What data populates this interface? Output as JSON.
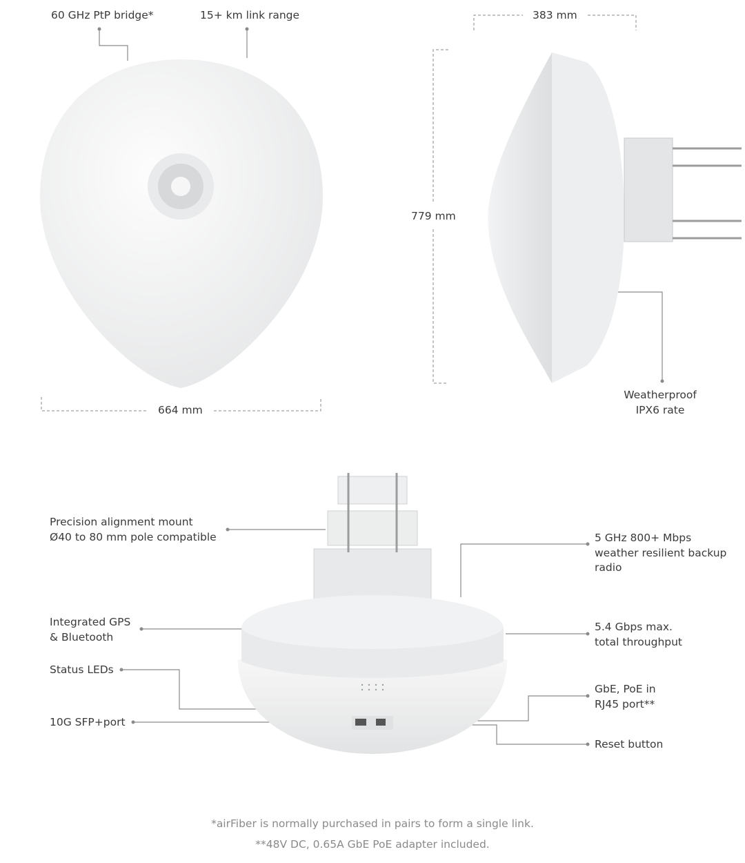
{
  "front_view": {
    "callouts": [
      "60 GHz PtP bridge*",
      "15+ km link range"
    ],
    "width_dimension": "664 mm"
  },
  "side_view": {
    "depth_dimension": "383 mm",
    "height_dimension": "779 mm",
    "callout": [
      "Weatherproof",
      "IPX6 rate"
    ]
  },
  "bottom_view": {
    "left_callouts": [
      [
        "Precision alignment mount",
        "Ø40 to 80 mm pole compatible"
      ],
      [
        "Integrated GPS",
        "& Bluetooth"
      ],
      [
        "Status LEDs"
      ],
      [
        "10G SFP+port"
      ]
    ],
    "right_callouts": [
      [
        "5 GHz 800+ Mbps",
        "weather resilient backup",
        "radio"
      ],
      [
        "5.4 Gbps max.",
        "total throughput"
      ],
      [
        "GbE, PoE in",
        "RJ45 port**"
      ],
      [
        "Reset button"
      ]
    ]
  },
  "footnotes": [
    "*airFiber is normally purchased in pairs to form a single link.",
    "**48V DC, 0.65A GbE PoE adapter included."
  ]
}
